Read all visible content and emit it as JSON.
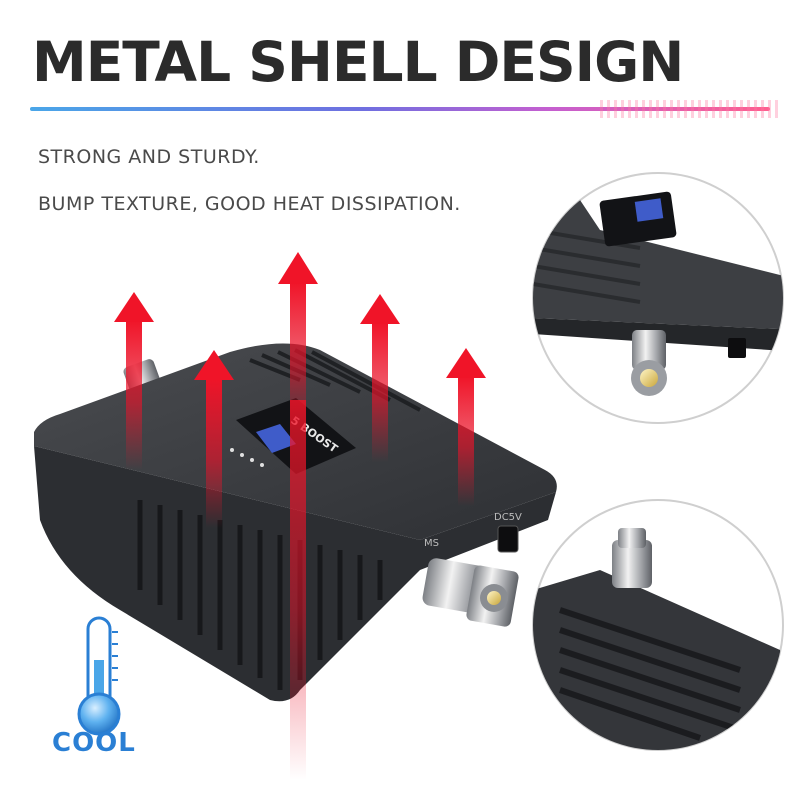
{
  "header": {
    "title": "METAL SHELL DESIGN"
  },
  "features": {
    "line1": "STRONG AND STURDY.",
    "line2": "BUMP TEXTURE, GOOD HEAT DISSIPATION."
  },
  "device": {
    "brand_label": "5 BOOST",
    "port_ms_label": "MS",
    "port_dc_label": "DC5V"
  },
  "thermometer": {
    "label": "COOL",
    "icon": "thermometer-icon"
  },
  "colors": {
    "title": "#2b2b2b",
    "arrow": "#e8132a",
    "cool": "#2a7fd4",
    "device_body": "#3a3c40"
  }
}
